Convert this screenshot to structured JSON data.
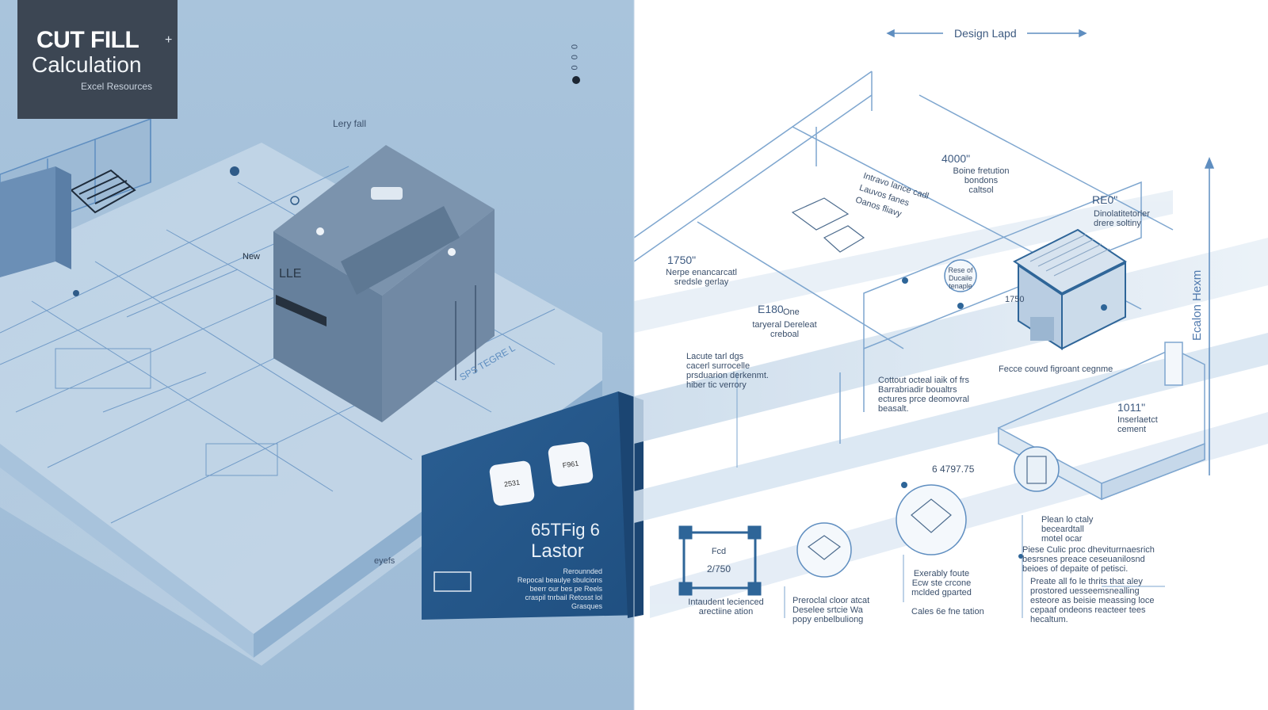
{
  "title": {
    "line1": "CUT FILL",
    "plus": "+",
    "line2": "Calculation",
    "subtitle": "Excel Resources"
  },
  "side_ticks": "0 0 0",
  "panel": {
    "key1": "2531",
    "key2": "F961",
    "heading1": "65TFig 6",
    "heading2": "Lastor",
    "note": "Rerounnded\nRepocal beaulye sbulcions\nbeerr our bes pe Reels\ncraspil tnrbail Retosst lol\nGrasques"
  },
  "left_labels": {
    "lery_fall": "Lery fall",
    "new": "New",
    "eyefs": "eyefs",
    "block_text": "LLE",
    "ground_text": "SPS TEGRE L"
  },
  "right_labels": {
    "top_arrow": "Design Lapd",
    "v4000": "4000\"",
    "n4000": "Boine fretution\nbondons\ncaltsol",
    "slant": "Intravo larice cadl\nLauvos fanes\nOanos fliavy",
    "v1750": "1750\"",
    "n1750": "Nerpe enancarcatl\nsredsle gerlay",
    "v1810": "E180",
    "v1810b": "One",
    "n1810": "taryeral Dereleat\ncreboal",
    "left_note": "Lacute tarl dgs\ncacerl surrocelle\nprsduarion derkenmt.\nhiber tic verrory",
    "mid_note": "Cottout octeal iaik of frs\nBarrabriadir boualtrs\nectures prce deomovral\nbeasalt.",
    "v850": "RE0\"",
    "n850": "Dinolatitetorler\ndrere soltiny",
    "v1750b": "1750",
    "cell_note": "Rese of\nDucaile\ntenaple",
    "pit_note": "Fecce couvd figroant cegnme",
    "v1011": "1011\"",
    "n1011": "Inserlaetct\ncement",
    "v4775": "6 4797.75",
    "left_box": "2/750",
    "left_box_top": "Fcd",
    "n_bottom1": "Intaudent lecienced\narectiine ation",
    "n_bottom2": "Preroclal cloor atcat\nDeselee srtcie Wa\npopy enbelbuliong",
    "n_bottom3": "Exerably foute\nEcw ste crcone\nmclded gparted",
    "n_bottom4": "Cales 6e fne tation",
    "n_pr1": "Plean lo ctaly\nbeceardtall\nmotel ocar",
    "n_pr2": "Piese Culic proc dheviturrnaesrich\nbesrsnes preace ceseuanilosnd\nbeioes of depaite of petisci.",
    "n_pr3": "Preate all fo le thrits that aley\nprostored uesseemsnealling\nesteore as beisie meassing loce\ncepaaf ondeons reacteer tees\nhecaltum.",
    "right_axis": "Ecalon Hexm"
  },
  "colors": {
    "left_bg": "#a4c1da",
    "deep_blue": "#2e6598",
    "line_blue": "#5f8ec0",
    "card": "#3c4653"
  }
}
